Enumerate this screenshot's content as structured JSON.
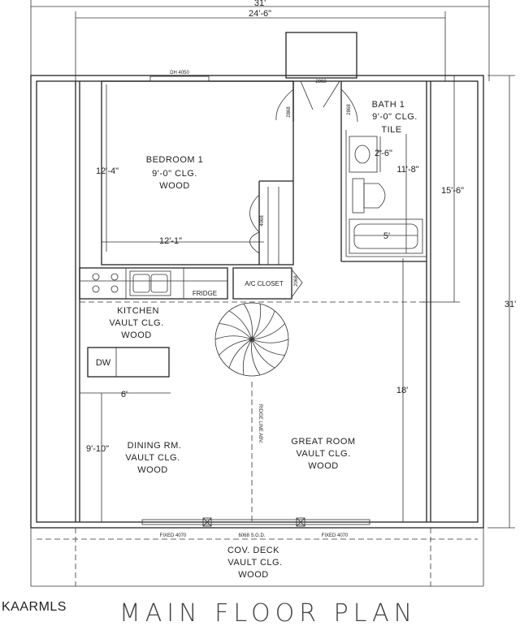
{
  "plan": {
    "title": "MAIN FLOOR PLAN",
    "brand": "KAARMLS",
    "dimensions": {
      "overall_width": "31'",
      "inner_width": "24'-6\"",
      "overall_depth": "31'",
      "bath_wing_depth": "15'-6\"",
      "bedroom_depth": "12'-4\"",
      "bedroom_width": "12'-1\"",
      "bath_depth": "11'-8\"",
      "vanity_width": "2'-6\"",
      "tub_width": "5'",
      "great_room_depth": "18'",
      "island_width": "6'",
      "dining_depth": "9'-10\""
    },
    "rooms": {
      "bedroom": [
        "BEDROOM 1",
        "9'-0\" CLG.",
        "WOOD"
      ],
      "bath": [
        "BATH 1",
        "9'-0\" CLG.",
        "TILE"
      ],
      "kitchen": [
        "KITCHEN",
        "VAULT CLG.",
        "WOOD"
      ],
      "dining": [
        "DINING RM.",
        "VAULT CLG.",
        "WOOD"
      ],
      "great_room": [
        "GREAT ROOM",
        "VAULT CLG.",
        "WOOD"
      ],
      "deck": [
        "COV. DECK",
        "VAULT CLG.",
        "WOOD"
      ]
    },
    "labels": {
      "window_bedroom": "DH 4050",
      "door_top": "2868",
      "door_bedroom": "2868",
      "door_bath": "2868",
      "door_closet": "4068",
      "door_ac": "2068",
      "fridge": "FRIDGE",
      "ac_closet": "A/C CLOSET",
      "dishwasher": "DW",
      "ridge": "RIDGE LINE ABV.",
      "fixed_left": "FIXED 4070",
      "fixed_right": "FIXED 4070",
      "sgd": "6068 S.G.D."
    }
  }
}
